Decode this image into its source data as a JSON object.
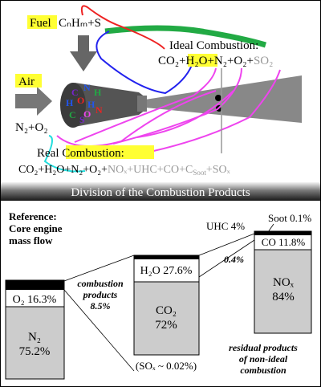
{
  "top": {
    "fuel_label": "Fuel",
    "fuel_formula": "CₙHₘ+S",
    "air_label": "Air",
    "air_inlet": "N₂+O₂",
    "ideal_title": "Ideal Combustion:",
    "ideal": {
      "co2": "CO₂+",
      "h2o": "H₂O",
      "rest": "+N₂+O₂+",
      "so2": "SO₂"
    },
    "real_title_pre": "Real ",
    "real_title_highlight": "Combustion",
    "real_title_post": ":",
    "real": {
      "main": "CO₂+H₂O+N₂+O₂+",
      "extra": "NOₓ+UHC+CO+C",
      "soot_sub": "Soot",
      "tail": "+SOₓ"
    },
    "molecule_letters": [
      "C",
      "N",
      "H",
      "O",
      "H",
      "H",
      "O",
      "C",
      "N",
      "S"
    ]
  },
  "banner": {
    "title": "Division of the Combustion Products"
  },
  "bottom": {
    "reference": [
      "Reference:",
      "Core engine",
      "mass flow"
    ],
    "bar1": {
      "o2": "O₂ 16.3%",
      "n2_label": "N₂",
      "n2_pct": "75.2%"
    },
    "bar2": {
      "h2o": "H₂O 27.6%",
      "co2_label": "CO₂",
      "co2_pct": "72%",
      "sox": "(SOₓ ~ 0.02%)"
    },
    "bar3": {
      "uhc": "UHC 4%",
      "soot": "Soot 0.1%",
      "co": "CO 11.8%",
      "nox_label": "NOₓ",
      "nox_pct": "84%"
    },
    "combustion_products": [
      "combustion",
      "products",
      "8.5%"
    ],
    "residual_pct": "0.4%",
    "residual": [
      "residual products",
      "of non-ideal",
      "combustion"
    ]
  },
  "colors": {
    "highlight": "#ffff33",
    "green": "#22aa44",
    "blue": "#2222ee",
    "red": "#ee2222",
    "magenta": "#ee44ee",
    "cyan": "#22dddd",
    "banner_top": "#ffffff",
    "banner_bottom": "#222222",
    "bar_fill": "#cccccc"
  }
}
